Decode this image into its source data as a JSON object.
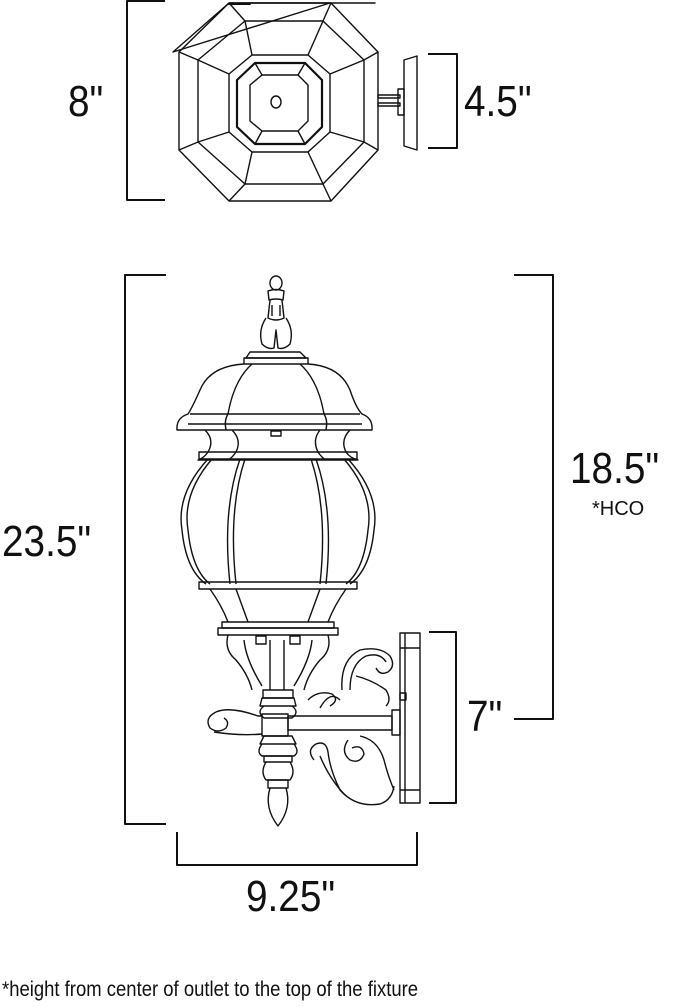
{
  "diagram": {
    "type": "dimension-drawing",
    "subject": "outdoor wall lantern fixture",
    "views": [
      "top-view",
      "front-view"
    ],
    "line_color": "#111111",
    "background": "#ffffff"
  },
  "dimensions": {
    "top_depth": "8\"",
    "backplate_width": "4.5\"",
    "overall_height": "23.5\"",
    "height_center_outlet": "18.5\"",
    "hco_marker": "*HCO",
    "backplate_height": "7\"",
    "overall_width": "9.25\""
  },
  "footnote": "*height from center of outlet to the top of the fixture"
}
